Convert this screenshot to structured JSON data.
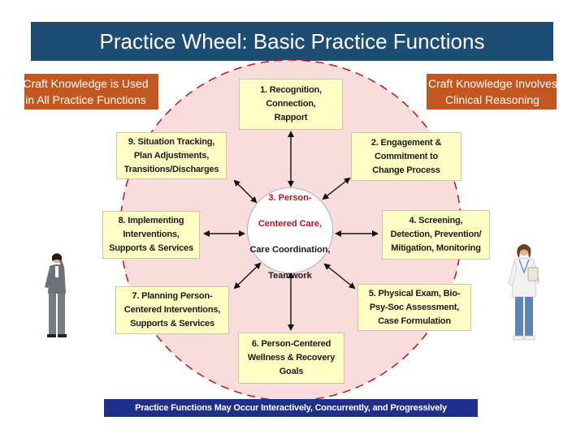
{
  "title": "Practice Wheel: Basic Practice Functions",
  "craft_left": {
    "line1": "Craft Knowledge is Used",
    "line2": "in All  Practice Functions"
  },
  "craft_right": {
    "line1": "Craft Knowledge Involves",
    "line2": "Clinical Reasoning"
  },
  "center": {
    "line1": "3. Person-",
    "line2": "Centered Care,",
    "line3": "Care Coordination,",
    "line4": "Teamwork"
  },
  "functions": {
    "f1": "1. Recognition,\nConnection,\nRapport",
    "f2": "2. Engagement &\nCommitment to\nChange Process",
    "f4": "4. Screening,\nDetection, Prevention/\nMitigation, Monitoring",
    "f5": "5. Physical Exam, Bio-\nPsy-Soc Assessment,\nCase Formulation",
    "f6": "6. Person-Centered\nWellness & Recovery\nGoals",
    "f7": "7. Planning Person-\nCentered Interventions,\nSupports & Services",
    "f8": "8. Implementing\nInterventions,\nSupports & Services",
    "f9": "9. Situation Tracking,\nPlan Adjustments,\nTransitions/Discharges"
  },
  "footer": "Practice Functions May Occur Interactively, Concurrently, and Progressively",
  "colors": {
    "title_bg": "#1e4d73",
    "craft_bg": "#c2581f",
    "box_fill": "#fffec4",
    "wheel_fill": "#f9dcdc",
    "wheel_rim": "#c0141a",
    "footer_bg": "#1f2f8c"
  },
  "icons": [
    "businesswoman-figure",
    "doctor-figure",
    "bidirectional-arrow"
  ]
}
